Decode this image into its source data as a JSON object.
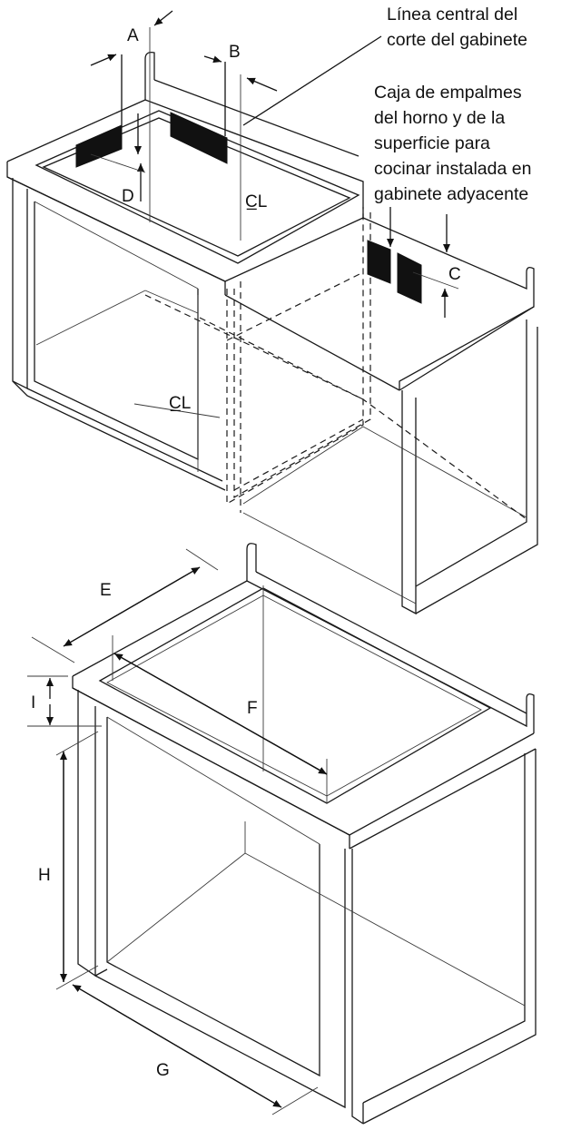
{
  "labels": {
    "A": "A",
    "B": "B",
    "C": "C",
    "D": "D",
    "E": "E",
    "F": "F",
    "G": "G",
    "H": "H",
    "I": "I",
    "centerline": "C̲L"
  },
  "notes": {
    "cutout_centerline": [
      "Línea central del",
      "corte del gabinete"
    ],
    "junction_box": [
      "Caja de empalmes",
      "del horno y de la",
      "superficie para",
      "cocinar instalada en",
      "gabinete adyacente"
    ]
  },
  "colors": {
    "line": "#1a1a1a",
    "fill": "#111111",
    "background": "#ffffff"
  }
}
